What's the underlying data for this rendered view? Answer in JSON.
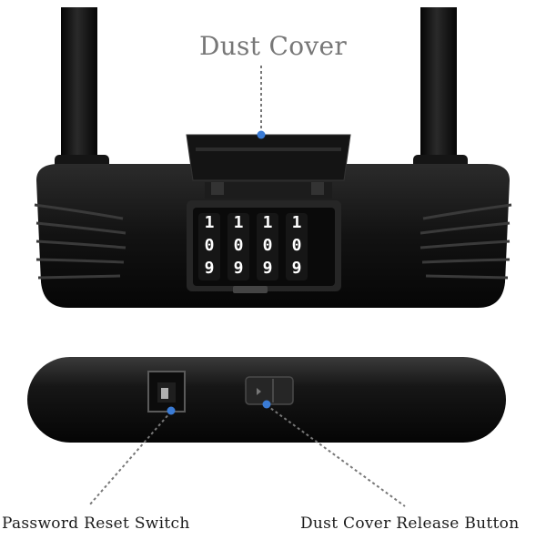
{
  "labels": {
    "dust_cover": "Dust Cover",
    "password_reset_switch": "Password Reset Switch",
    "dust_cover_release_button": "Dust Cover Release Button"
  },
  "dials": [
    {
      "top": "1",
      "middle": "0",
      "bottom": "9"
    },
    {
      "top": "1",
      "middle": "0",
      "bottom": "9"
    },
    {
      "top": "1",
      "middle": "0",
      "bottom": "9"
    },
    {
      "top": "1",
      "middle": "0",
      "bottom": "9"
    }
  ],
  "colors": {
    "lock_body": "#111111",
    "marker_dot": "#3a7bd5",
    "leader_line": "#777777"
  }
}
